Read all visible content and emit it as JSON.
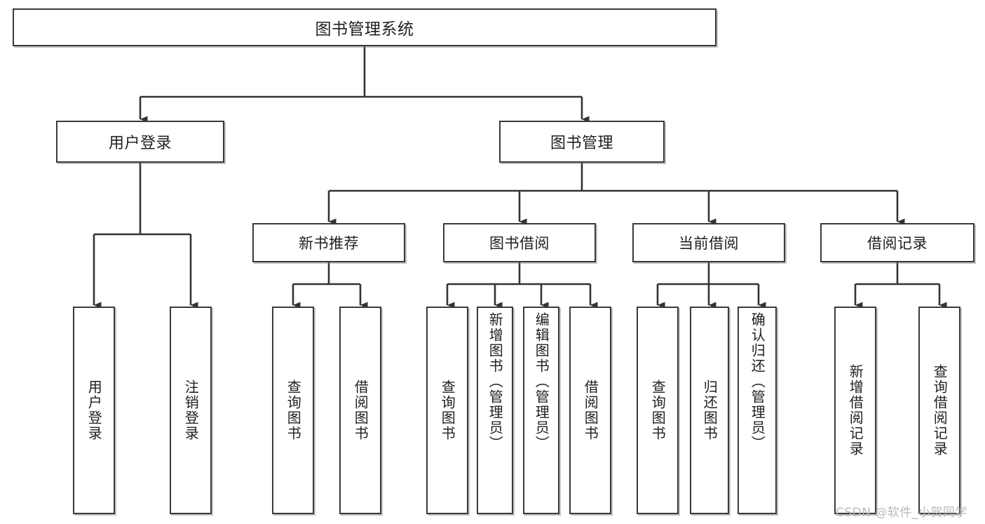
{
  "diagram": {
    "type": "tree-hierarchy-chart",
    "title": "图书管理系统",
    "watermark": "CSDN @软件_小贺同学",
    "colors": {
      "background": "#ffffff",
      "node_border": "#3a3a3a",
      "node_fill": "#ffffff",
      "edge": "#333333",
      "text": "#1f1f1f",
      "watermark": "#b9b9b9"
    },
    "nodes": {
      "root": {
        "label": "图书管理系统"
      },
      "level2": [
        {
          "label": "用户登录"
        },
        {
          "label": "图书管理"
        }
      ],
      "level3": [
        {
          "label": "新书推荐"
        },
        {
          "label": "图书借阅"
        },
        {
          "label": "当前借阅"
        },
        {
          "label": "借阅记录"
        }
      ],
      "leaves": {
        "user_login": [
          {
            "label": "用户登录"
          },
          {
            "label": "注销登录"
          }
        ],
        "new_book_recommend": [
          {
            "label": "查询图书"
          },
          {
            "label": "借阅图书"
          }
        ],
        "book_borrow": [
          {
            "label": "查询图书"
          },
          {
            "label": "新增图书（管理员）"
          },
          {
            "label": "编辑图书（管理员）"
          },
          {
            "label": "借阅图书"
          }
        ],
        "current_borrow": [
          {
            "label": "查询图书"
          },
          {
            "label": "归还图书"
          },
          {
            "label": "确认归还（管理员）"
          }
        ],
        "borrow_record": [
          {
            "label": "新增借阅记录"
          },
          {
            "label": "查询借阅记录"
          }
        ]
      }
    }
  }
}
